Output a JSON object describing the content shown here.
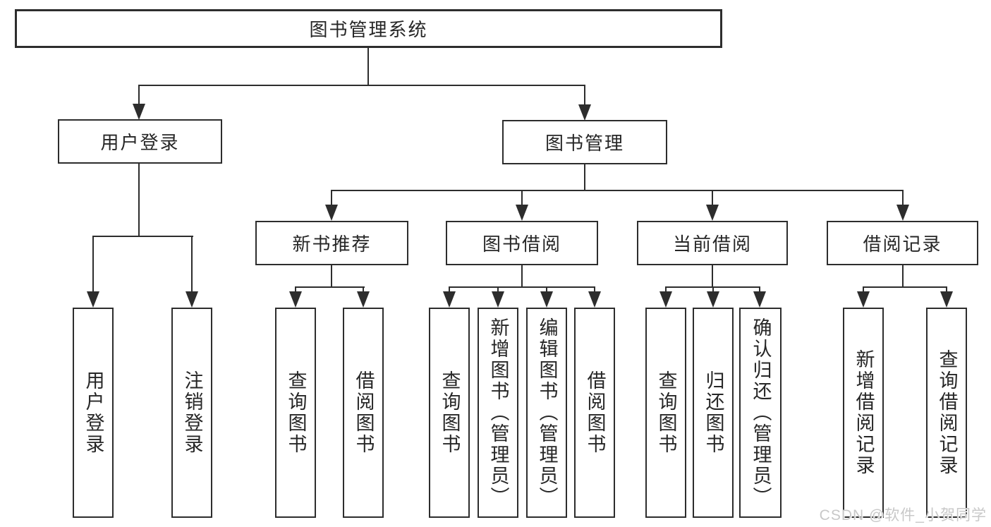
{
  "diagram": {
    "title": "图书管理系统",
    "root": {
      "label": "图书管理系统"
    },
    "branches": [
      {
        "label": "用户登录",
        "children": [
          {
            "label": "用户登录"
          },
          {
            "label": "注销登录"
          }
        ]
      },
      {
        "label": "图书管理",
        "sections": [
          {
            "label": "新书推荐",
            "children": [
              {
                "label": "查询图书"
              },
              {
                "label": "借阅图书"
              }
            ]
          },
          {
            "label": "图书借阅",
            "children": [
              {
                "label": "查询图书"
              },
              {
                "label": "新增图书（管理员）"
              },
              {
                "label": "编辑图书（管理员）"
              },
              {
                "label": "借阅图书"
              }
            ]
          },
          {
            "label": "当前借阅",
            "children": [
              {
                "label": "查询图书"
              },
              {
                "label": "归还图书"
              },
              {
                "label": "确认归还（管理员）"
              }
            ]
          },
          {
            "label": "借阅记录",
            "children": [
              {
                "label": "新增借阅记录"
              },
              {
                "label": "查询借阅记录"
              }
            ]
          }
        ]
      }
    ]
  },
  "watermark": {
    "text": "CSDN @软件_小贺同学"
  },
  "colors": {
    "line": "#2d2d2d",
    "text": "#262626",
    "background": "#ffffff",
    "watermark": "#c8c8c8"
  }
}
